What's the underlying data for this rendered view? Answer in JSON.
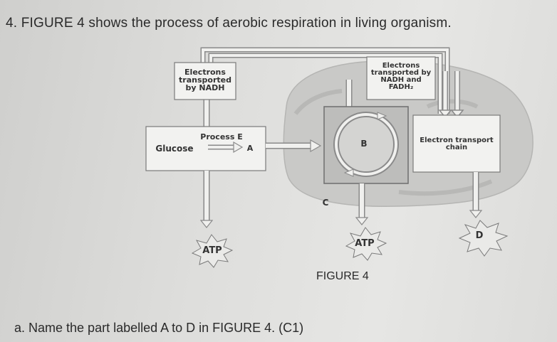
{
  "question": {
    "title": "4.  FIGURE 4 shows the process of aerobic respiration in living organism.",
    "sub": "a.   Name the part labelled A to D in FIGURE 4. (C1)"
  },
  "figure": {
    "caption": "FIGURE 4",
    "box_nadh_1": "Electrons",
    "box_nadh_2": "transported",
    "box_nadh_3": "by NADH",
    "box_fadh_1": "Electrons",
    "box_fadh_2": "transported by",
    "box_fadh_3": "NADH and",
    "box_fadh_4": "FADH₂",
    "process_e": "Process E",
    "glucose": "Glucose",
    "label_a": "A",
    "label_b": "B",
    "label_c": "C",
    "label_d": "D",
    "etc_1": "Electron transport",
    "etc_2": "chain",
    "atp_left": "ATP",
    "atp_mid": "ATP"
  },
  "colors": {
    "box_fill": "#f2f2f0",
    "stroke": "#7a7a7a",
    "mito_fill": "#c8c8c6",
    "krebs_box": "#bdbdbb"
  }
}
